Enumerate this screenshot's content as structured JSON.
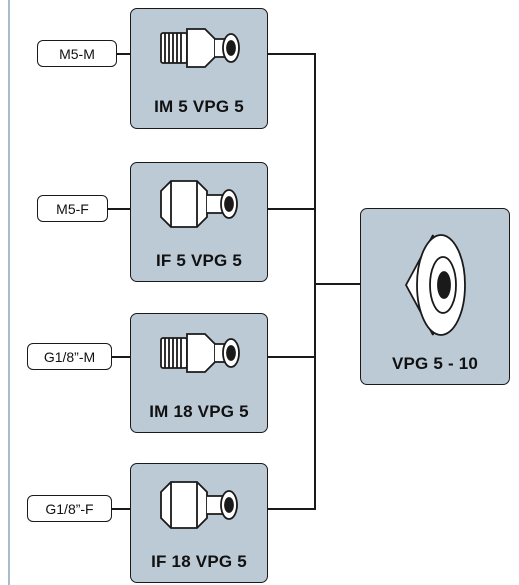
{
  "inputs": [
    {
      "thread": "M5-M",
      "adapter": "IM 5 VPG 5"
    },
    {
      "thread": "M5-F",
      "adapter": "IF 5 VPG 5"
    },
    {
      "thread": "G1/8”-M",
      "adapter": "IM 18 VPG 5"
    },
    {
      "thread": "G1/8”-F",
      "adapter": "IF 18 VPG 5"
    }
  ],
  "output": {
    "label": "VPG 5 - 10"
  },
  "colors": {
    "box_fill": "#bccad6",
    "rail": "#a9bccb",
    "stroke": "#1a1a1a",
    "fitting_fill": "#ffffff"
  }
}
